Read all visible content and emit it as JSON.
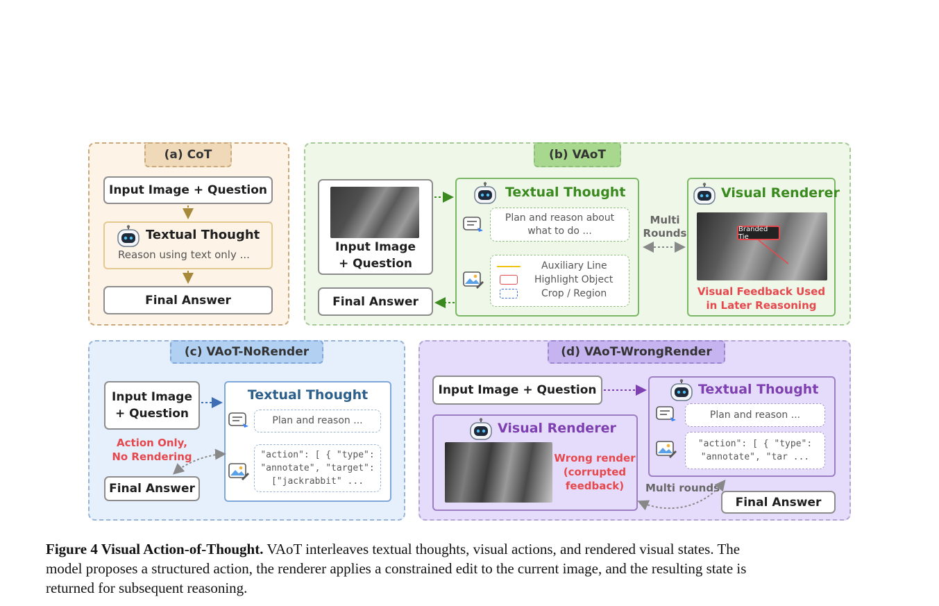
{
  "panels": {
    "cot": {
      "tag": "(a) CoT",
      "input": "Input Image + Question",
      "thought_title": "Textual Thought",
      "thought_text": "Reason using text only ...",
      "final": "Final Answer"
    },
    "vaot": {
      "tag": "(b) VAoT",
      "input_line1": "Input Image",
      "input_line2": "+ Question",
      "final": "Final Answer",
      "thought_title": "Textual Thought",
      "plan_line1": "Plan and reason about",
      "plan_line2": "what to do ...",
      "legend": [
        "Auxiliary Line",
        "Highlight Object",
        "Crop / Region"
      ],
      "multi_line1": "Multi",
      "multi_line2": "Rounds",
      "renderer_title": "Visual Renderer",
      "renderer_label": "Branded Tie",
      "feedback_line1": "Visual Feedback Used",
      "feedback_line2": "in Later Reasoning"
    },
    "norender": {
      "tag": "(c) VAoT-NoRender",
      "input_line1": "Input Image",
      "input_line2": "+ Question",
      "action_line1": "Action Only,",
      "action_line2": "No Rendering",
      "final": "Final Answer",
      "thought_title": "Textual Thought",
      "plan": "Plan and reason ...",
      "code_line1": "\"action\": [ { \"type\":",
      "code_line2": "\"annotate\", \"target\":",
      "code_line3": "[\"jackrabbit\" ..."
    },
    "wrongrender": {
      "tag": "(d) VAoT-WrongRender",
      "input": "Input Image + Question",
      "thought_title": "Textual Thought",
      "plan": "Plan and reason ...",
      "code_line1": "\"action\": [ { \"type\":",
      "code_line2": "\"annotate\", \"tar ...",
      "renderer_title": "Visual Renderer",
      "wrong_line1": "Wrong render",
      "wrong_line2": "(corrupted",
      "wrong_line3": "feedback)",
      "multi": "Multi rounds",
      "final": "Final Answer"
    }
  },
  "caption": {
    "label": "Figure 4  Visual Action-of-Thought.",
    "text": " VAoT interleaves textual thoughts, visual actions, and rendered visual states. The",
    "line2": "model proposes a structured action, the renderer applies a constrained edit to the current image, and the resulting state is",
    "line3": "returned for subsequent reasoning."
  },
  "colors": {
    "cot_bg": "#fdf3e6",
    "cot_border": "#c9a87b",
    "cot_arrow": "#a68a3a",
    "vaot_bg": "#eef7e8",
    "vaot_border": "#8dbf7a",
    "vaot_accent": "#3a8a1f",
    "norender_bg": "#e6effc",
    "norender_border": "#7fa7d8",
    "norender_accent": "#2c5f8a",
    "wrong_bg": "#e4dcfa",
    "wrong_border": "#9b86cf",
    "wrong_accent": "#7e3fb0",
    "red": "#e5484d"
  }
}
